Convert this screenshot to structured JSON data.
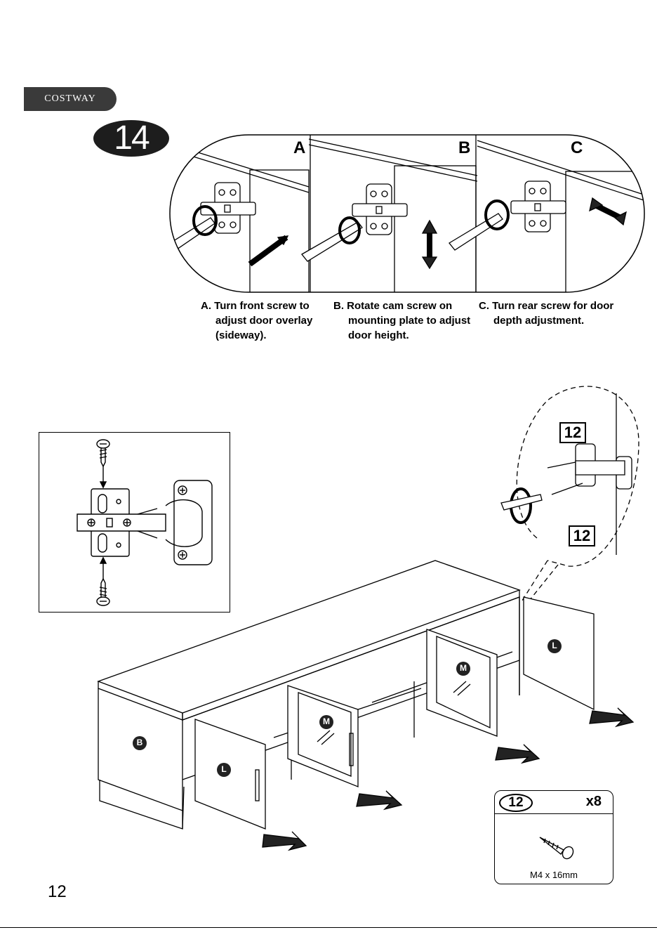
{
  "brand": "COSTWAY",
  "step_number": "14",
  "panels": [
    {
      "letter": "A",
      "caption_lines": [
        "A. Turn front screw to",
        "adjust door overlay",
        "(sideway)."
      ]
    },
    {
      "letter": "B",
      "caption_lines": [
        "B. Rotate cam screw on",
        "mounting plate to adjust",
        "door height."
      ]
    },
    {
      "letter": "C",
      "caption_lines": [
        "C. Turn rear screw for door",
        "depth adjustment."
      ]
    }
  ],
  "callouts": [
    "12",
    "12"
  ],
  "door_labels": [
    "B",
    "L",
    "M",
    "M",
    "L"
  ],
  "parts": {
    "id": "12",
    "quantity": "x8",
    "size": "M4 x 16mm"
  },
  "page_number": "12"
}
